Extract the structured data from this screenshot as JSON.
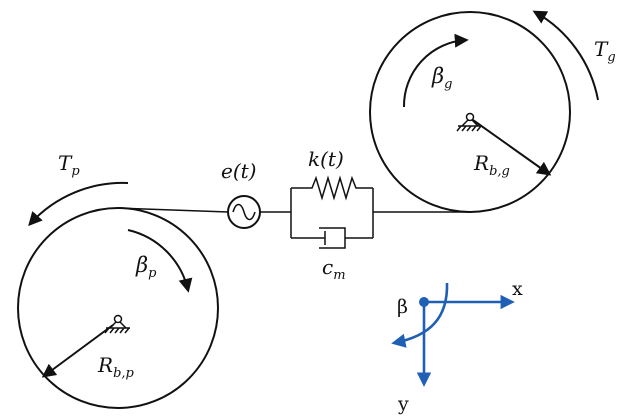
{
  "labels": {
    "torque_gear": "T",
    "torque_gear_sub": "g",
    "torque_pinion": "T",
    "torque_pinion_sub": "p",
    "angle_gear": "β",
    "angle_gear_sub": "g",
    "angle_pinion": "β",
    "angle_pinion_sub": "p",
    "radius_gear": "R",
    "radius_gear_sub": "b,g",
    "radius_pinion": "R",
    "radius_pinion_sub": "b,p",
    "error": "e(t)",
    "stiffness": "k(t)",
    "damping": "c",
    "damping_sub": "m",
    "axis_x": "x",
    "axis_y": "y",
    "axis_beta": "β"
  },
  "colors": {
    "line": "#111111",
    "axes": "#1f5fb4"
  }
}
